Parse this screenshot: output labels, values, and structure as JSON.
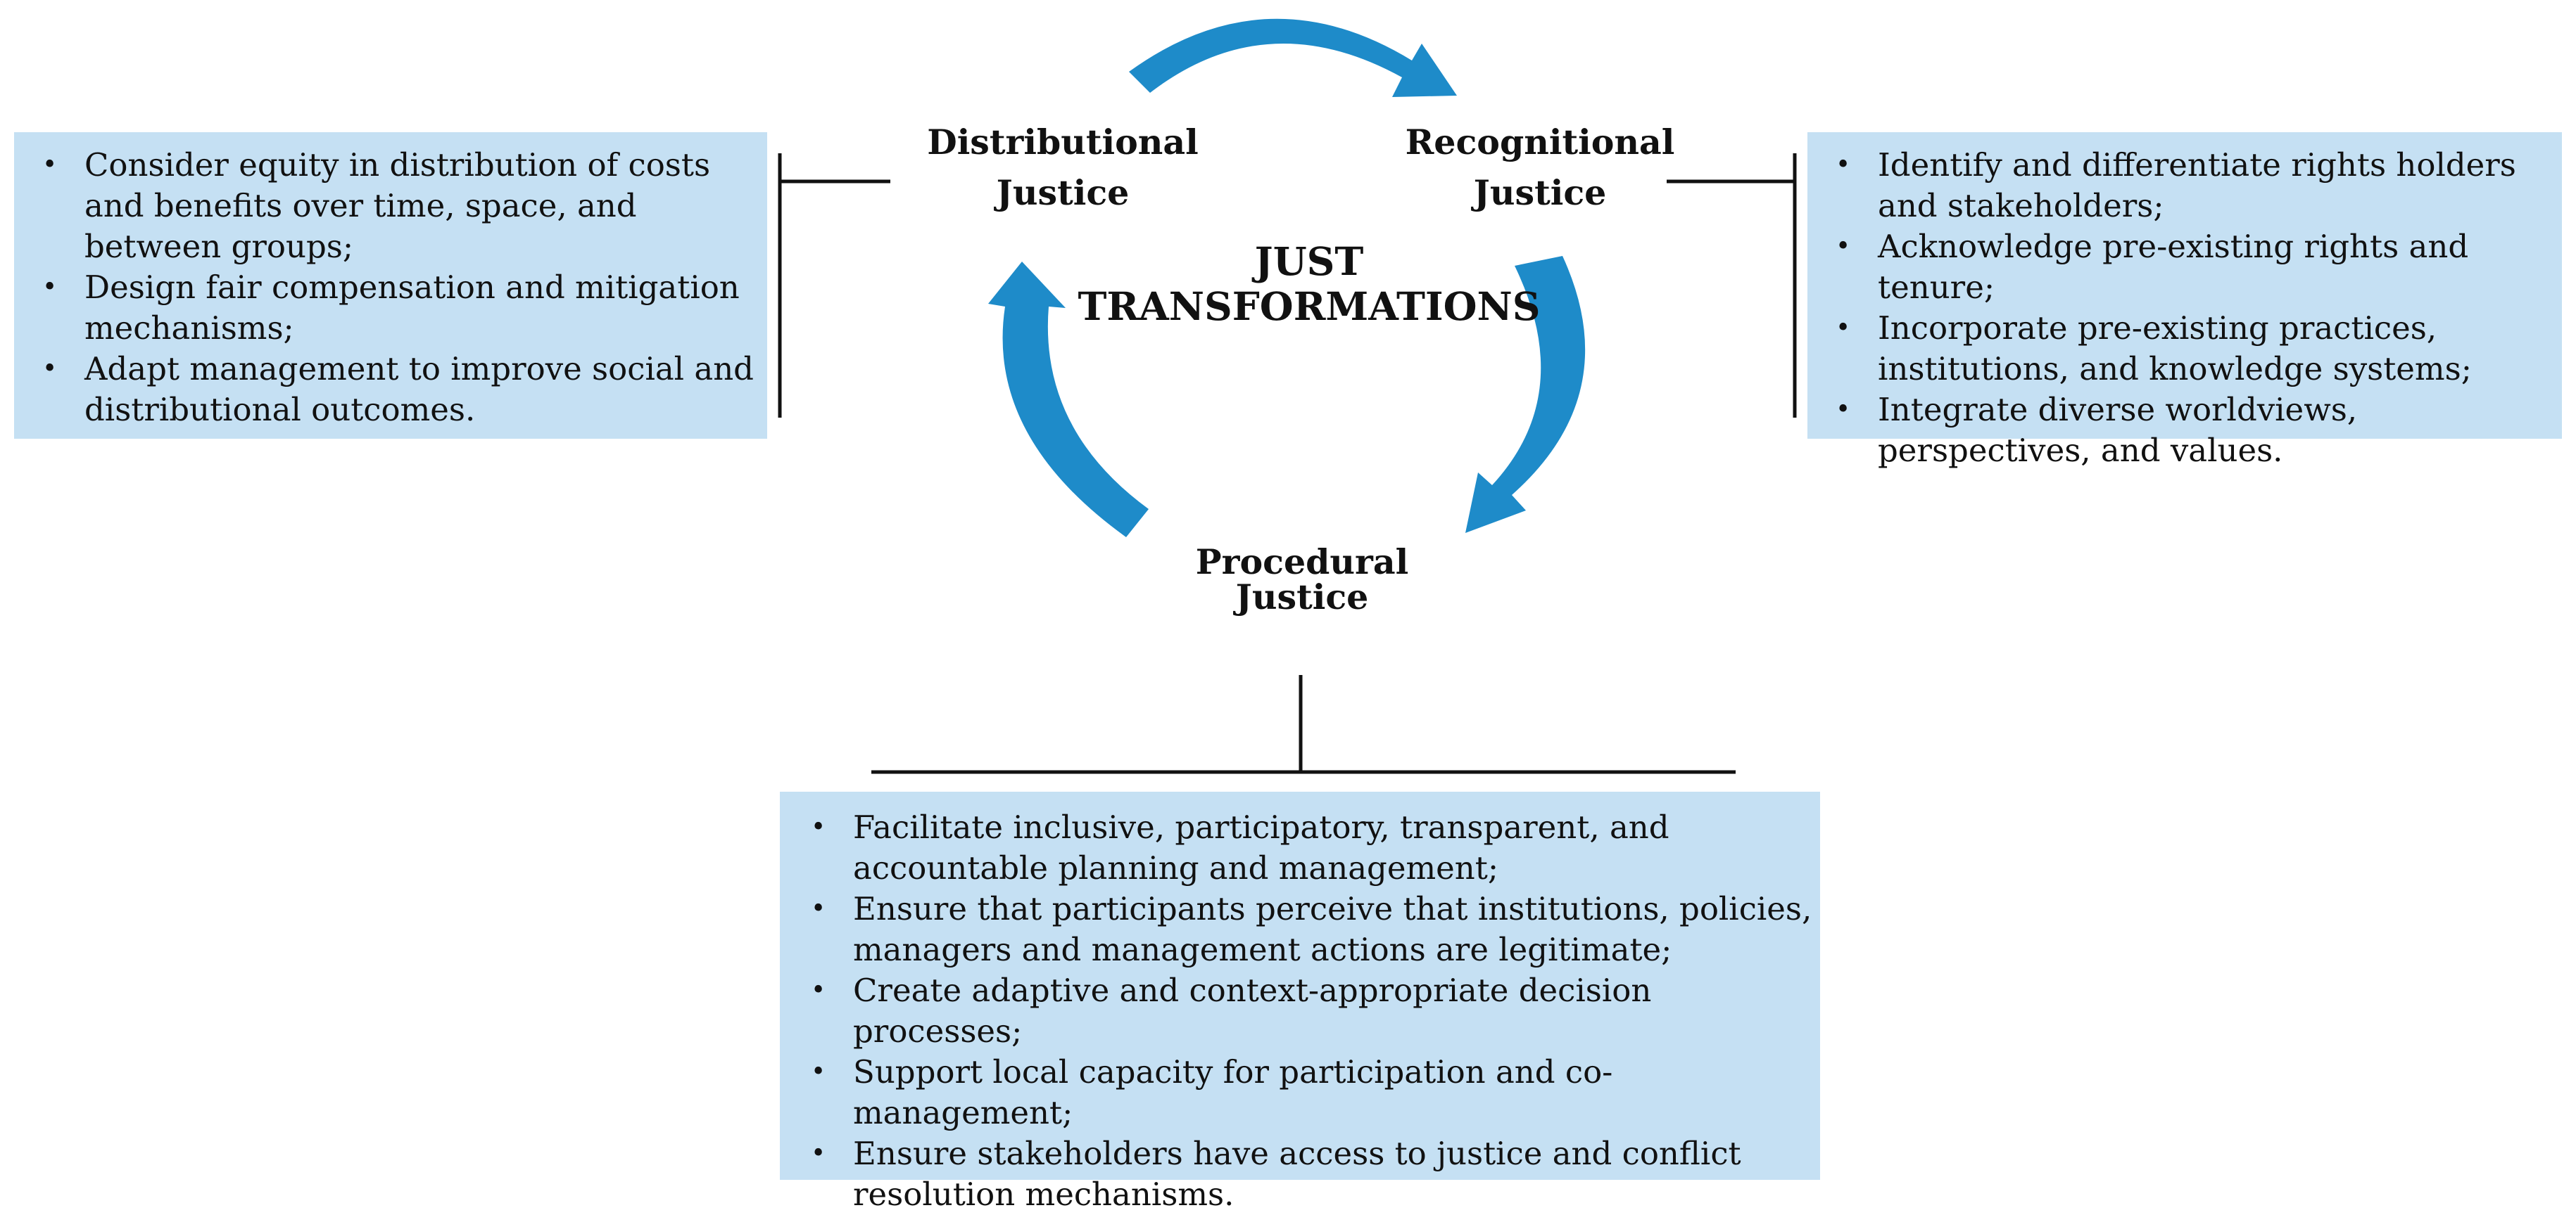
{
  "center": {
    "line1": "JUST",
    "line2": "TRANSFORMATIONS"
  },
  "nodes": {
    "distributional": {
      "line1": "Distributional",
      "line2": "Justice"
    },
    "recognitional": {
      "line1": "Recognitional",
      "line2": "Justice"
    },
    "procedural": {
      "line1": "Procedural",
      "line2": "Justice"
    }
  },
  "boxes": {
    "distributional": [
      "Consider equity in distribution of costs and benefits over time, space, and between groups;",
      "Design fair compensation and mitigation mechanisms;",
      "Adapt management to improve social and distributional outcomes."
    ],
    "recognitional": [
      "Identify and differentiate rights holders and stakeholders;",
      "Acknowledge pre-existing rights and tenure;",
      "Incorporate pre-existing practices, institutions, and knowledge systems;",
      "Integrate diverse worldviews, perspectives, and values."
    ],
    "procedural": [
      "Facilitate inclusive, participatory, transparent, and accountable planning and management;",
      "Ensure that participants perceive that institutions, policies, managers and management actions are legitimate;",
      "Create adaptive and context-appropriate decision processes;",
      "Support local capacity for participation and co-management;",
      "Ensure stakeholders have access to justice and conflict resolution mechanisms."
    ]
  },
  "colors": {
    "arrow": "#1e8bc9",
    "box": "#c5e0f3",
    "line": "#111111"
  },
  "icons": {
    "cycle_arrows": "curved-arrow-icon"
  }
}
